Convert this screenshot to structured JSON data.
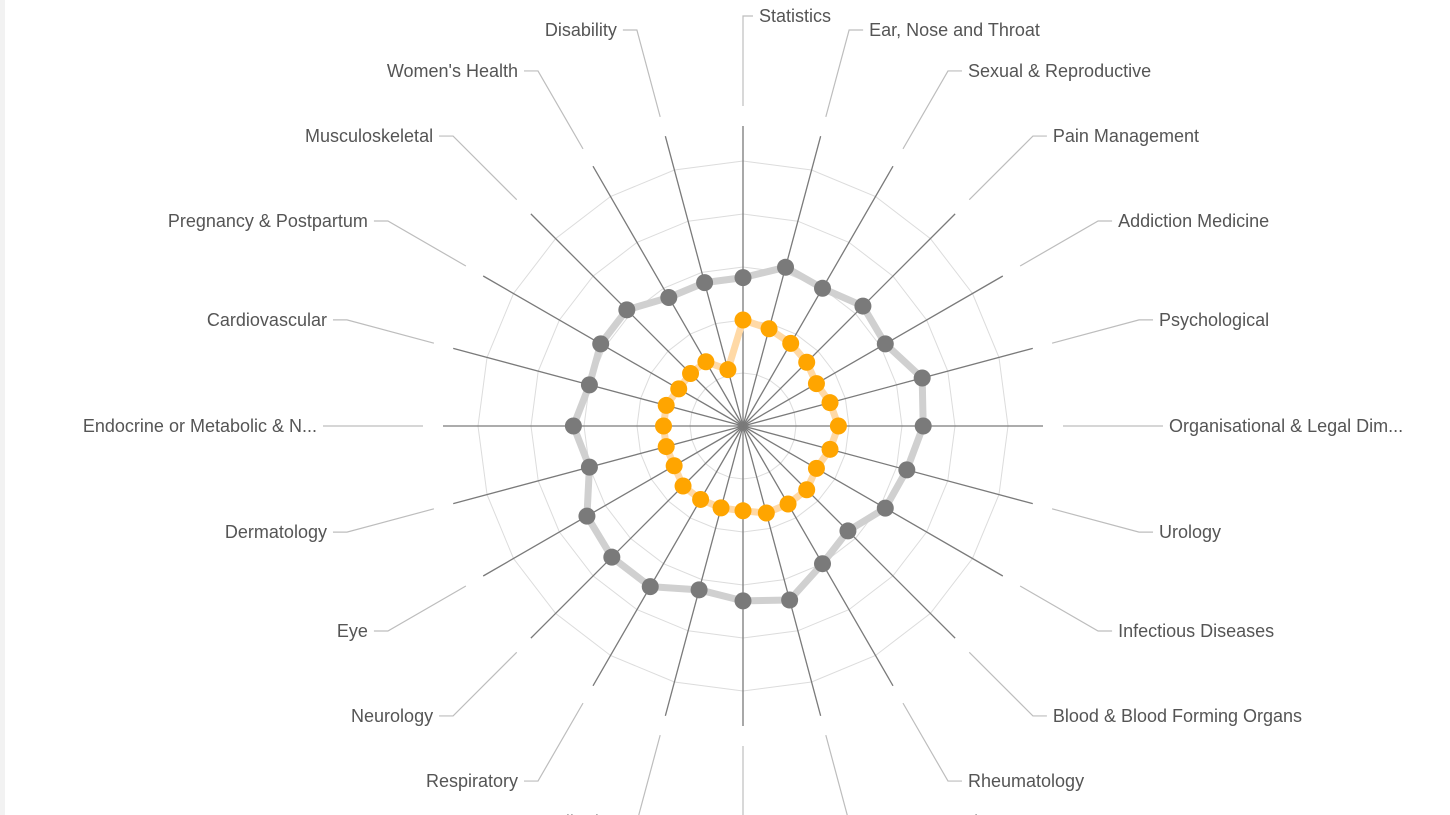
{
  "chart_data": {
    "type": "radar",
    "title": "",
    "axes": [
      "Statistics",
      "Ear, Nose and Throat",
      "Sexual & Reproductive",
      "Pain Management",
      "Addiction Medicine",
      "Psychological",
      "Organisational & Legal Dim...",
      "Urology",
      "Infectious Diseases",
      "Blood & Blood Forming Organs",
      "Rheumatology",
      "Gastroenterology",
      "",
      "Paediatrics",
      "Respiratory",
      "Neurology",
      "Eye",
      "Dermatology",
      "Endocrine or Metabolic & N...",
      "Cardiovascular",
      "Pregnancy & Postpartum",
      "Musculoskeletal",
      "Women's Health",
      "Disability"
    ],
    "rlim": [
      0,
      5
    ],
    "grid": true,
    "ring_count": 5,
    "series": [
      {
        "color": "#7a7a7a",
        "line_color": "#d0d0d0",
        "values": [
          2.8,
          3.1,
          3.0,
          3.2,
          3.1,
          3.5,
          3.4,
          3.2,
          3.1,
          2.8,
          3.0,
          3.4,
          3.3,
          3.2,
          3.5,
          3.5,
          3.4,
          3.0,
          3.2,
          3.0,
          3.1,
          3.1,
          2.8,
          2.8
        ]
      },
      {
        "color": "#ffa500",
        "line_color": "#ffd9a6",
        "values": [
          2.0,
          1.9,
          1.8,
          1.7,
          1.6,
          1.7,
          1.8,
          1.7,
          1.6,
          1.7,
          1.7,
          1.7,
          1.6,
          1.6,
          1.6,
          1.6,
          1.5,
          1.5,
          1.5,
          1.5,
          1.4,
          1.4,
          1.4,
          1.1
        ]
      }
    ]
  }
}
